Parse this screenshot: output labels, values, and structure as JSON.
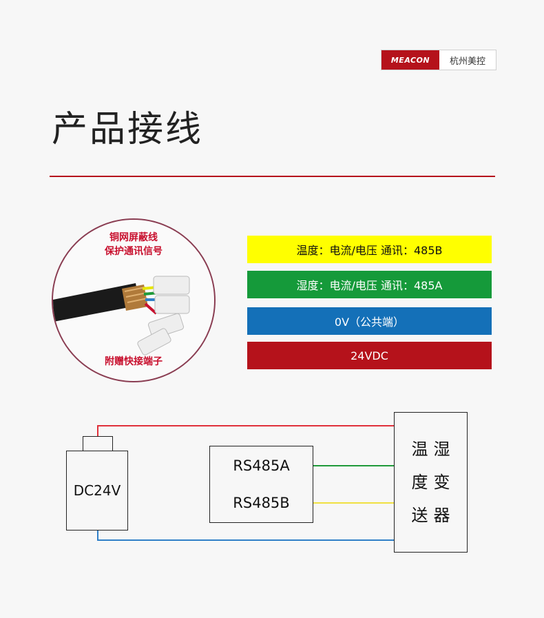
{
  "brand": {
    "logo_text": "MEACON",
    "company": "杭州美控"
  },
  "page_title": "产品接线",
  "photo": {
    "label_top_1": "铜网屏蔽线",
    "label_top_2": "保护通讯信号",
    "label_bottom": "附赠快接端子"
  },
  "legend": [
    {
      "text": "温度：电流/电压  通讯：485B",
      "color": "#ffff00"
    },
    {
      "text": "湿度：电流/电压  通讯：485A",
      "color": "#159a3a"
    },
    {
      "text": "0V（公共端）",
      "color": "#1470b8"
    },
    {
      "text": "24VDC",
      "color": "#b5121b"
    }
  ],
  "diagram": {
    "power_label": "DC24V",
    "rs485a_label": "RS485A",
    "rs485b_label": "RS485B",
    "transmitter_lines": [
      "温湿",
      "度变",
      "送器"
    ],
    "wire_colors": {
      "power": "#e0303a",
      "ground": "#2f7fc8",
      "a": "#1f9a3a",
      "b": "#f0e040"
    }
  }
}
